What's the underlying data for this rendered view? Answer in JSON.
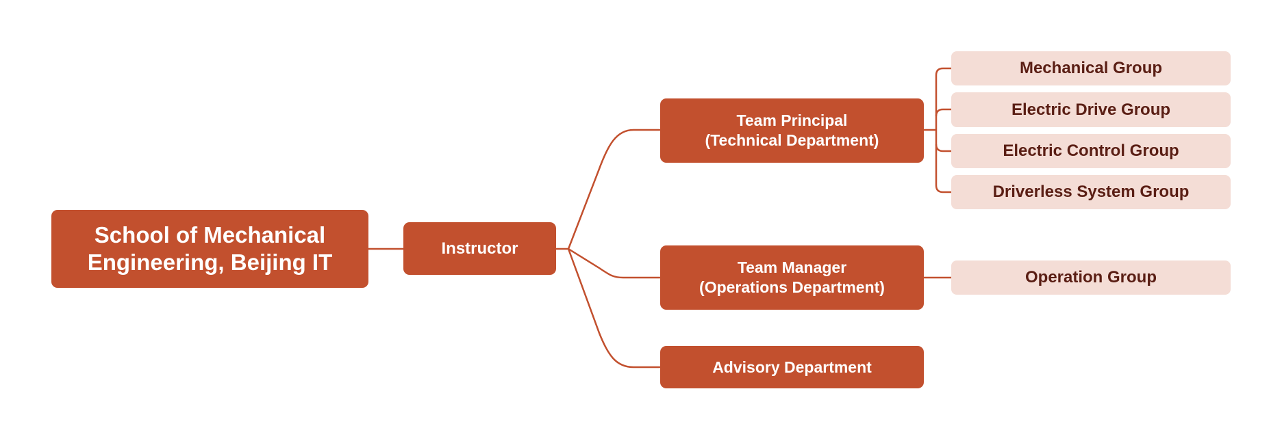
{
  "root": {
    "lines": [
      "School of Mechanical",
      "Engineering, Beijing IT"
    ]
  },
  "instructor": {
    "label": "Instructor"
  },
  "departments": [
    {
      "lines": [
        "Team Principal",
        "(Technical Department)"
      ]
    },
    {
      "lines": [
        "Team Manager",
        "(Operations Department)"
      ]
    },
    {
      "lines": [
        "Advisory Department"
      ]
    }
  ],
  "technical_groups": [
    "Mechanical Group",
    "Electric Drive Group",
    "Electric Control Group",
    "Driverless System Group"
  ],
  "operations_groups": [
    "Operation Group"
  ],
  "colors": {
    "primary": "#c2502e",
    "secondary": "#f4ddd6",
    "secondary_text": "#5a1e14"
  }
}
